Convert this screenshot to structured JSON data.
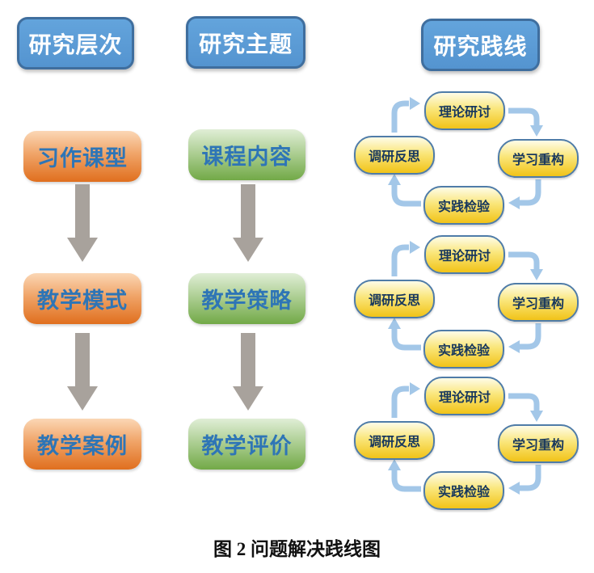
{
  "headers": [
    {
      "label": "研究层次"
    },
    {
      "label": "研究主题"
    },
    {
      "label": "研究践线"
    }
  ],
  "left_column": {
    "items": [
      {
        "label": "习作课型"
      },
      {
        "label": "教学模式"
      },
      {
        "label": "教学案例"
      }
    ]
  },
  "middle_column": {
    "items": [
      {
        "label": "课程内容"
      },
      {
        "label": "教学策略"
      },
      {
        "label": "教学评价"
      }
    ]
  },
  "cycles": [
    {
      "nodes": [
        {
          "label": "理论研讨"
        },
        {
          "label": "学习重构"
        },
        {
          "label": "实践检验"
        },
        {
          "label": "调研反思"
        }
      ]
    },
    {
      "nodes": [
        {
          "label": "理论研讨"
        },
        {
          "label": "学习重构"
        },
        {
          "label": "实践检验"
        },
        {
          "label": "调研反思"
        }
      ]
    },
    {
      "nodes": [
        {
          "label": "理论研讨"
        },
        {
          "label": "学习重构"
        },
        {
          "label": "实践检验"
        },
        {
          "label": "调研反思"
        }
      ]
    }
  ],
  "caption": "图 2 问题解决践线图",
  "colors": {
    "header_fill": "#5b9bd5",
    "header_border": "#3f6e9e",
    "orange_top": "#fbd7b5",
    "orange_bottom": "#e06f1e",
    "green_top": "#e0eed6",
    "green_bottom": "#72a947",
    "yellow_top": "#fefce8",
    "yellow_bottom": "#f1c318",
    "yellow_border": "#4f7ca8",
    "stage_text": "#2e75b6",
    "cycle_text": "#17375d",
    "gray_arrow": "#a8a29c",
    "cycle_arrow": "#a3c7e8"
  }
}
